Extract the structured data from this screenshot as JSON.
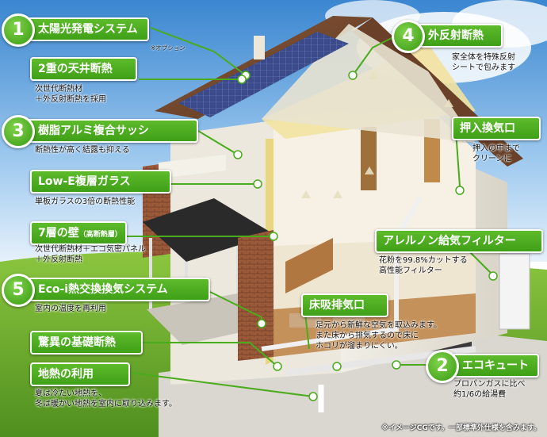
{
  "features": [
    {
      "id": "solar",
      "number": "1",
      "title": "太陽光発電システム",
      "note": "※オプション",
      "description": []
    },
    {
      "id": "double-ceiling",
      "number": "",
      "title": "2重の天井断熱",
      "description": [
        "次世代断熱材",
        "＋外反射断熱を採用"
      ]
    },
    {
      "id": "resin-sash",
      "number": "3",
      "title": "樹脂アルミ複合サッシ",
      "description": [
        "断熱性が高く結露も抑える"
      ]
    },
    {
      "id": "lowe-glass",
      "number": "",
      "title": "Low-E複層ガラス",
      "description": [
        "単板ガラスの3倍の断熱性能"
      ]
    },
    {
      "id": "seven-layer-wall",
      "number": "",
      "title": "7層の壁",
      "title_suffix": "（高断熱層）",
      "description": [
        "次世代断熱材＋エコ気密パネル",
        "＋外反射断熱"
      ]
    },
    {
      "id": "eco-i",
      "number": "5",
      "title": "Eco-i熱交換換気システム",
      "description": [
        "室内の温度を再利用"
      ]
    },
    {
      "id": "foundation",
      "number": "",
      "title": "驚異の基礎断熱",
      "description": []
    },
    {
      "id": "geothermal",
      "number": "",
      "title": "地熱の利用",
      "description": [
        "夏は冷たい地熱を、",
        "冬は暖かい地熱を室内に取り込みます。"
      ]
    },
    {
      "id": "outer-reflect",
      "number": "4",
      "title": "外反射断熱",
      "description": [
        "家全体を特殊反射",
        "シートで包みます"
      ]
    },
    {
      "id": "closet-vent",
      "number": "",
      "title": "押入換気口",
      "description": [
        "押入の中まで",
        "クリーンに"
      ]
    },
    {
      "id": "allergen-filter",
      "number": "",
      "title": "アレルノン給気フィルター",
      "description": [
        "花粉を99.8%カットする",
        "高性能フィルター"
      ]
    },
    {
      "id": "floor-exhaust",
      "number": "",
      "title": "床吸排気口",
      "description": [
        "足元から新鮮な空気を取込みます。",
        "また床から排気するので床に",
        "ホコリが溜まりにくい。"
      ]
    },
    {
      "id": "eco-cute",
      "number": "2",
      "title": "エコキュート",
      "description": [
        "プロパンガスに比べ",
        "約1/6の給湯費"
      ]
    }
  ],
  "footnote": "※イメージCGです。一部標準外仕様を含みます。",
  "colors": {
    "label_green": "#4caf22",
    "line_green": "#46a81c",
    "sky_top": "#3f8fd6",
    "grass": "#6fae2e"
  }
}
